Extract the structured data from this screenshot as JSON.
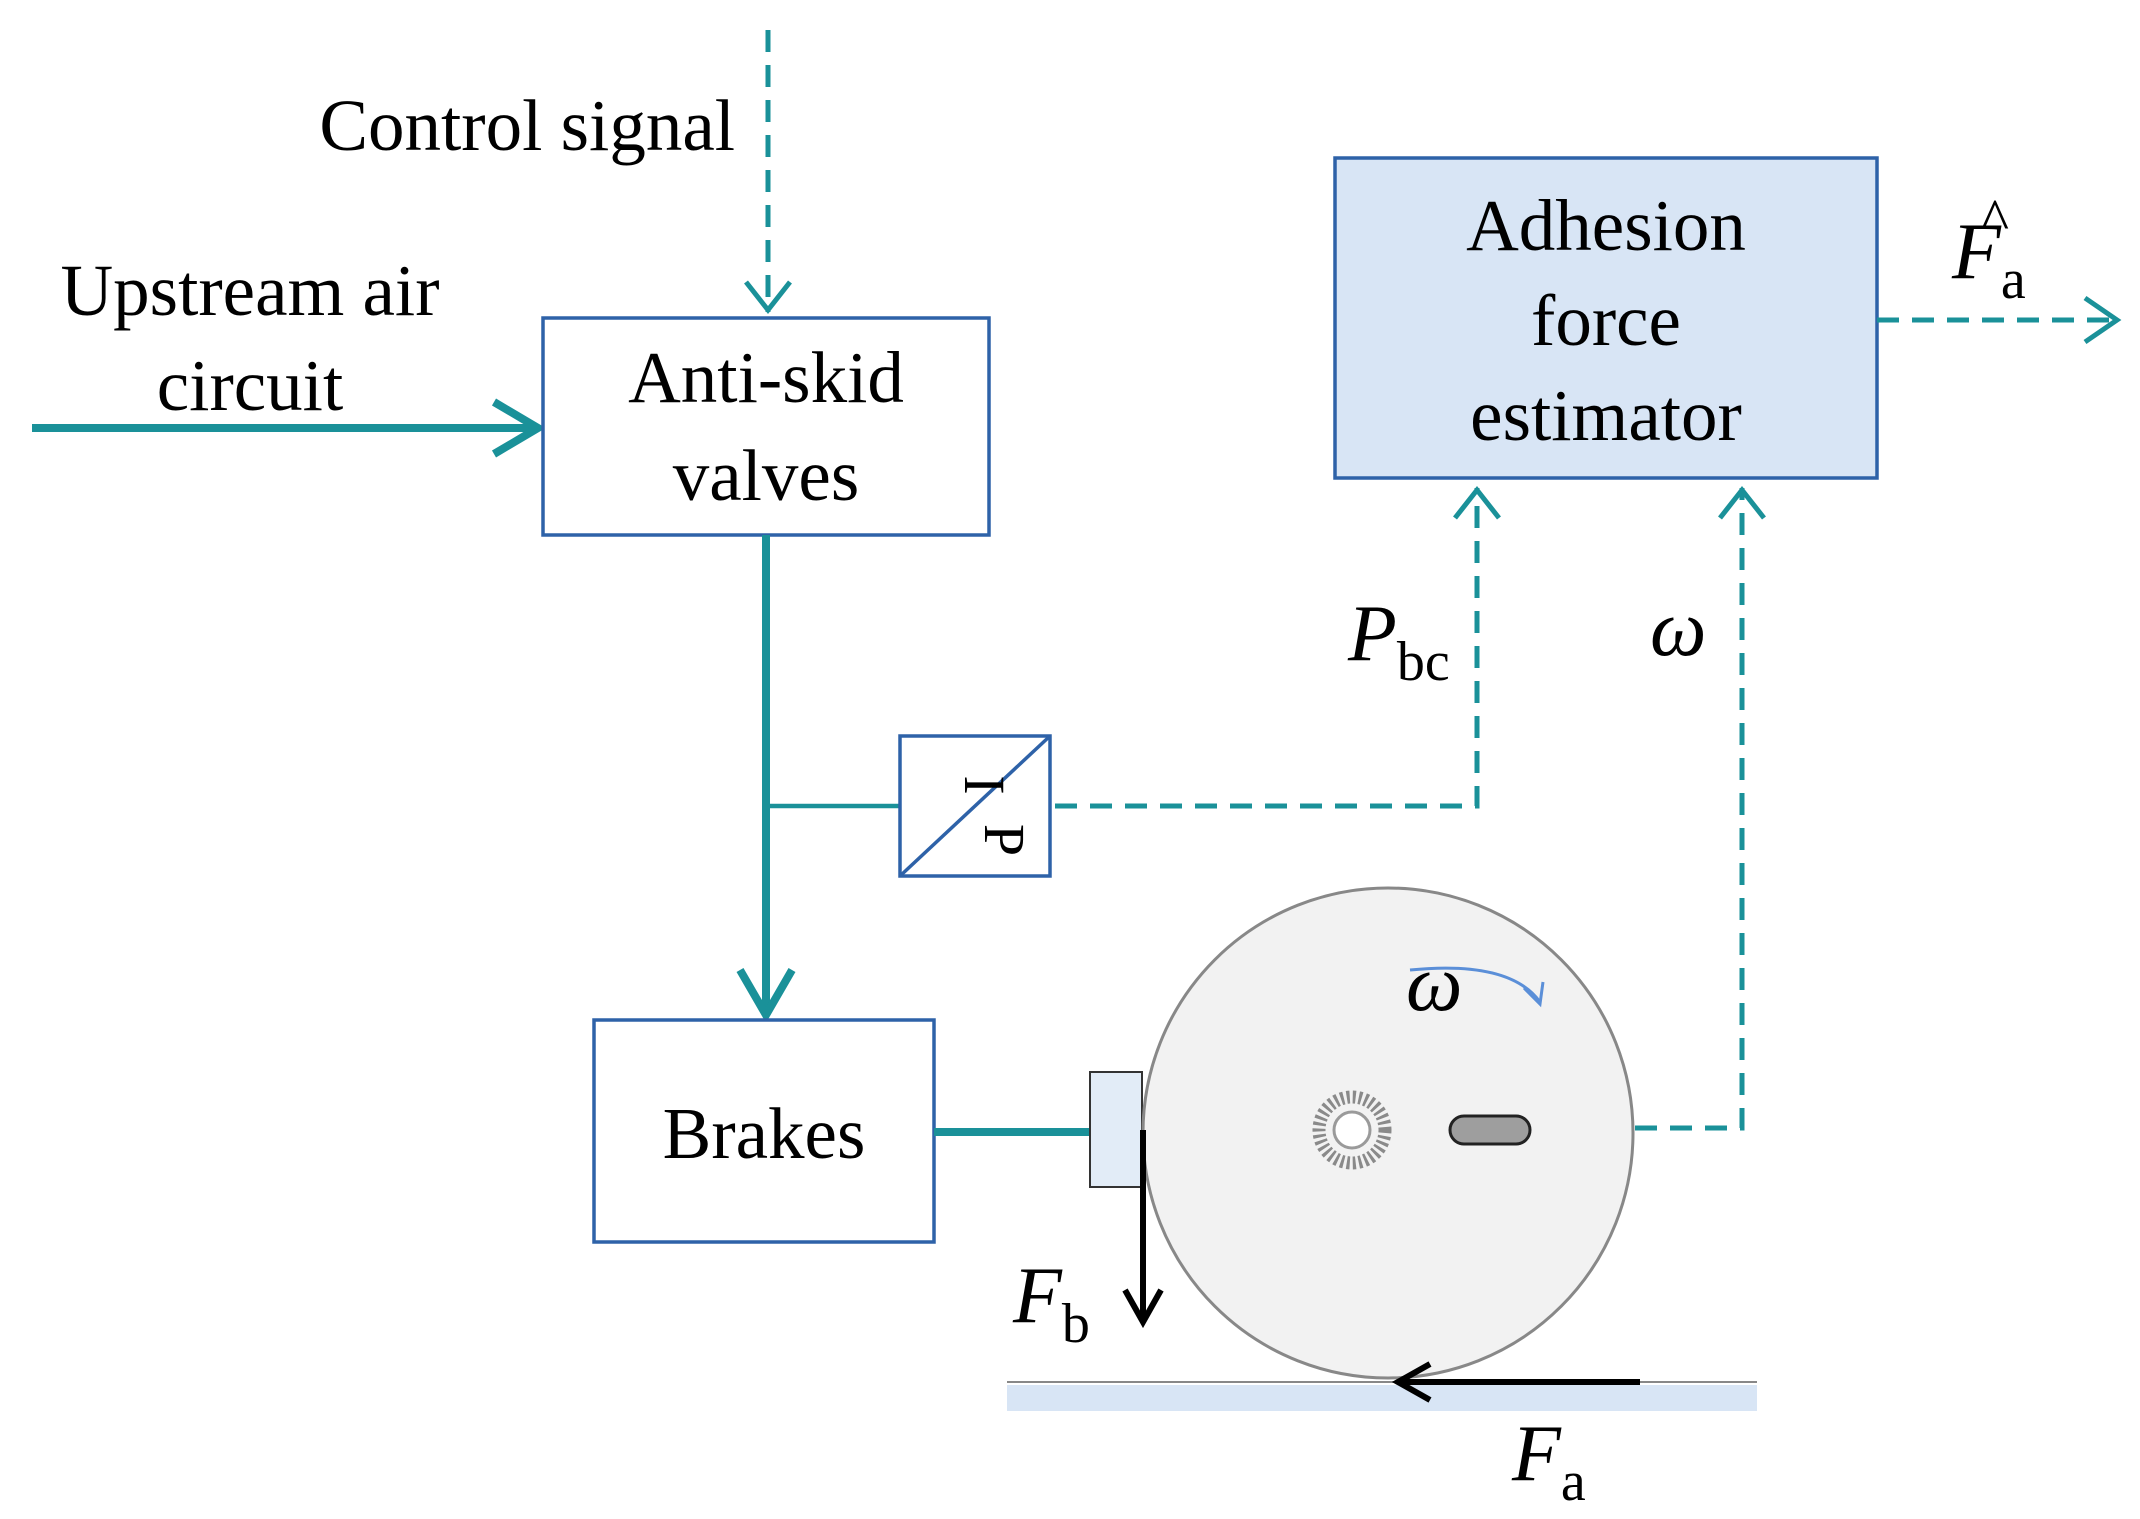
{
  "labels": {
    "control_signal": "Control signal",
    "upstream_line1": "Upstream air",
    "upstream_line2": "circuit"
  },
  "blocks": {
    "anti_skid_line1": "Anti-skid",
    "anti_skid_line2": "valves",
    "brakes": "Brakes",
    "estimator_line1": "Adhesion",
    "estimator_line2": "force",
    "estimator_line3": "estimator"
  },
  "transducer": {
    "top_letter": "I",
    "bottom_letter": "P"
  },
  "symbols": {
    "pressure_main": "P",
    "pressure_sub": "bc",
    "omega": "ω",
    "wheel_omega": "ω",
    "brake_force_main": "F",
    "brake_force_sub": "b",
    "adhesion_force_main": "F",
    "adhesion_force_sub": "a",
    "estimate_main": "F",
    "estimate_sub": "a",
    "hat": "^"
  },
  "colors": {
    "signal": "#1a9199",
    "box_border": "#2e62a8",
    "estimator_fill": "#d8e5f5",
    "wheel_fill": "#f2f2f2",
    "ground_fill": "#d8e5f5",
    "black": "#000000"
  }
}
